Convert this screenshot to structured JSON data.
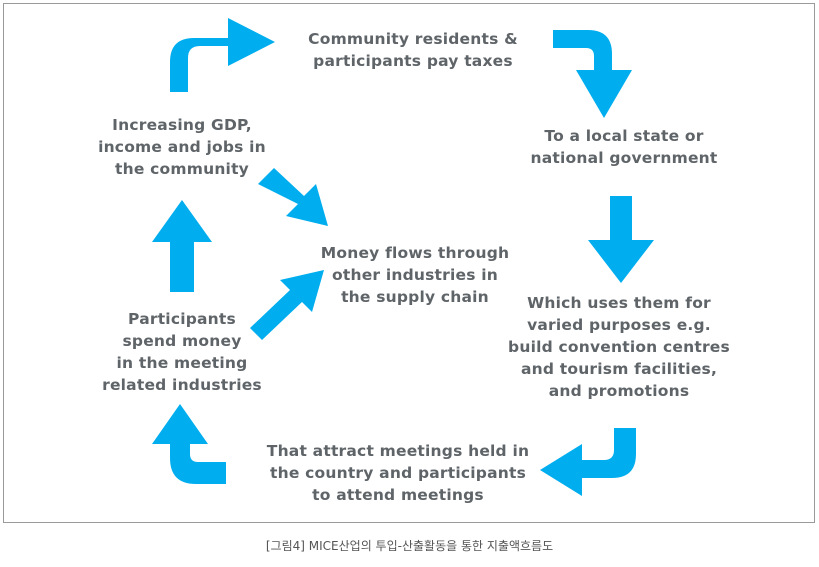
{
  "diagram": {
    "nodes": {
      "pay_taxes": "Community residents &\nparticipants pay taxes",
      "government": "To a local state or\nnational government",
      "uses": "Which uses them for\nvaried purposes e.g.\nbuild convention centres\nand tourism facilities,\nand promotions",
      "attract": "That attract meetings held in\nthe country and participants\nto attend meetings",
      "spend": "Participants\nspend money\nin the meeting\nrelated industries",
      "gdp": "Increasing GDP,\nincome and jobs in\nthe community",
      "money_flows": "Money flows through\nother industries in\nthe supply chain"
    },
    "arrow_color": "#00aeef",
    "text_color": "#5f6468"
  },
  "caption": "[그림4] MICE산업의 투입-산출활동을 통한 지출액흐름도"
}
